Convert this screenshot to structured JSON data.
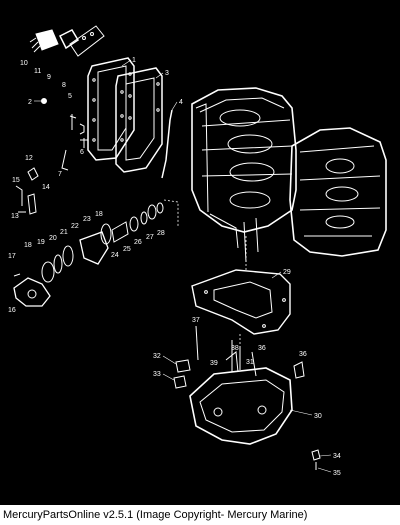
{
  "callouts": [
    "1",
    "2",
    "3",
    "4",
    "5",
    "6",
    "7",
    "8",
    "9",
    "10",
    "11",
    "12",
    "13",
    "14",
    "15",
    "16",
    "17",
    "18",
    "19",
    "20",
    "21",
    "22",
    "23",
    "18",
    "24",
    "25",
    "26",
    "27",
    "28",
    "29",
    "30",
    "32",
    "33",
    "34",
    "35",
    "36",
    "36",
    "37",
    "38",
    "39",
    "31"
  ],
  "caption": "MercuryPartsOnline v2.5.1 (Image Copyright- Mercury Marine)",
  "colors": {
    "background": "#000000",
    "line": "#ffffff",
    "caption_bar": "#ffffff",
    "caption_text": "#000000"
  }
}
